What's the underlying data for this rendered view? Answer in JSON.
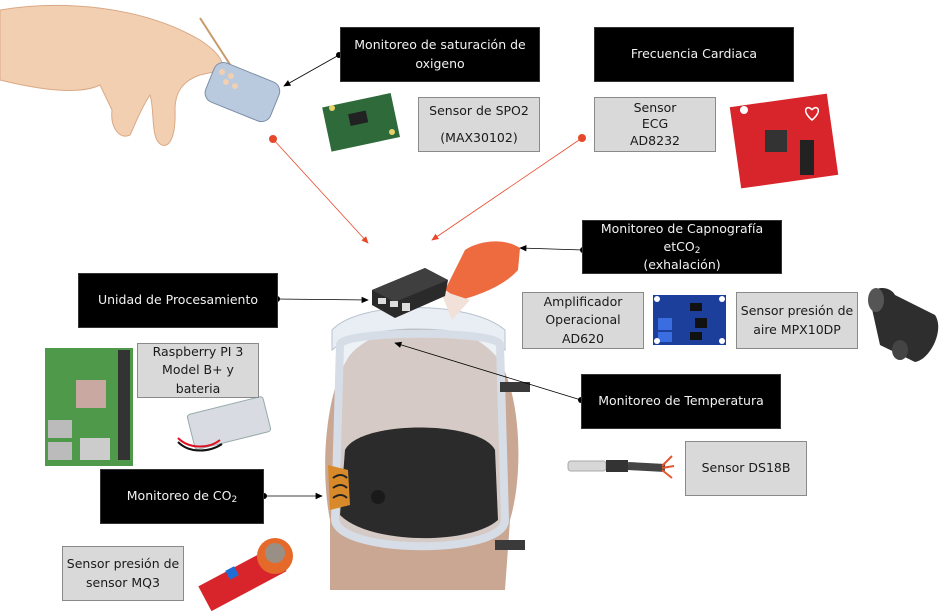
{
  "diagram": {
    "monitor_boxes": {
      "spo2": "Monitoreo de saturación de\noxigeno",
      "heart_rate": "Frecuencia Cardiaca",
      "capnography_main": "Monitoreo de Capnografía  etCO",
      "capnography_sub": "2",
      "capnography_line2": "(exhalación)",
      "processing": "Unidad de Procesamiento",
      "temperature": "Monitoreo de Temperatura",
      "co2_main": "Monitoreo de CO",
      "co2_sub": "2"
    },
    "sensor_boxes": {
      "spo2_sensor": "Sensor de SPO2\n\n(MAX30102)",
      "ecg_sensor": "Sensor\nECG\nAD8232",
      "amplifier": "Amplificador\nOperacional AD620",
      "air_pressure": "Sensor presión de\naire MPX10DP",
      "raspberry": "Raspberry PI 3\nModel B+ y bateria",
      "temp_sensor": "Sensor DS18B",
      "mq3": "Sensor presión de\nsensor MQ3"
    },
    "colors": {
      "arrow_dark": "#000000",
      "arrow_red": "#e8482a",
      "pcb_green": "#2f6b3a",
      "pcb_red": "#d8252b",
      "pcb_blue": "#1c3f9c",
      "mask_white": "#e9eef5"
    }
  }
}
